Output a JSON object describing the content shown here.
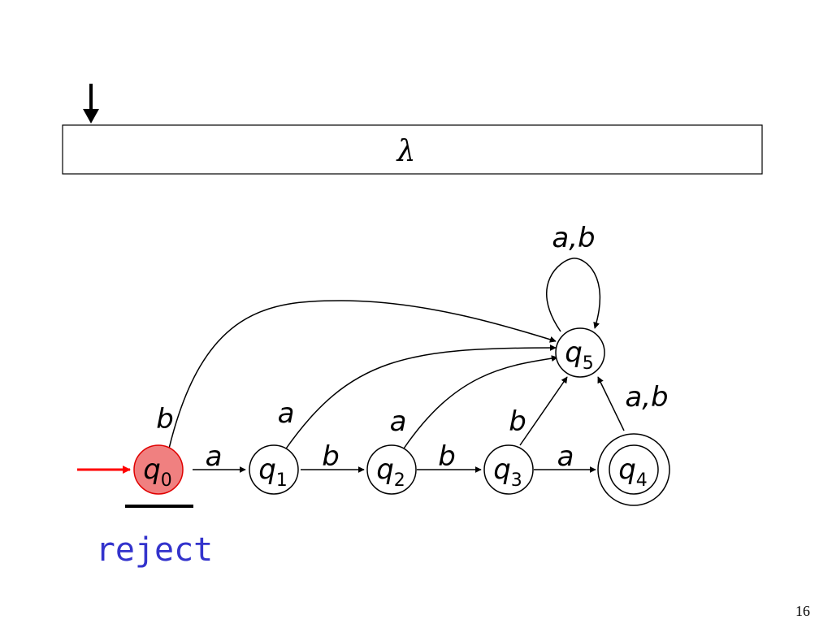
{
  "tape": {
    "symbol": "λ"
  },
  "states": [
    {
      "id": "q0",
      "letter": "q",
      "index": "0"
    },
    {
      "id": "q1",
      "letter": "q",
      "index": "1"
    },
    {
      "id": "q2",
      "letter": "q",
      "index": "2"
    },
    {
      "id": "q3",
      "letter": "q",
      "index": "3"
    },
    {
      "id": "q4",
      "letter": "q",
      "index": "4"
    },
    {
      "id": "q5",
      "letter": "q",
      "index": "5"
    }
  ],
  "initial_state": "q0",
  "accepting_states": [
    "q4"
  ],
  "current_state": "q0",
  "transitions": [
    {
      "from": "q0",
      "to": "q1",
      "label": "a"
    },
    {
      "from": "q1",
      "to": "q2",
      "label": "b"
    },
    {
      "from": "q2",
      "to": "q3",
      "label": "b"
    },
    {
      "from": "q3",
      "to": "q4",
      "label": "a"
    },
    {
      "from": "q0",
      "to": "q5",
      "label": "b"
    },
    {
      "from": "q1",
      "to": "q5",
      "label": "a"
    },
    {
      "from": "q2",
      "to": "q5",
      "label": "a"
    },
    {
      "from": "q3",
      "to": "q5",
      "label": "b"
    },
    {
      "from": "q4",
      "to": "q5",
      "label": "a,b"
    },
    {
      "from": "q5",
      "to": "q5",
      "label": "a,b"
    }
  ],
  "status": {
    "text": "reject"
  },
  "page": {
    "number": "16"
  },
  "colors": {
    "current_state_fill": "#f08080",
    "current_state_stroke": "#e00000",
    "initial_arrow": "#ff0000",
    "status_text": "#3333cc"
  }
}
